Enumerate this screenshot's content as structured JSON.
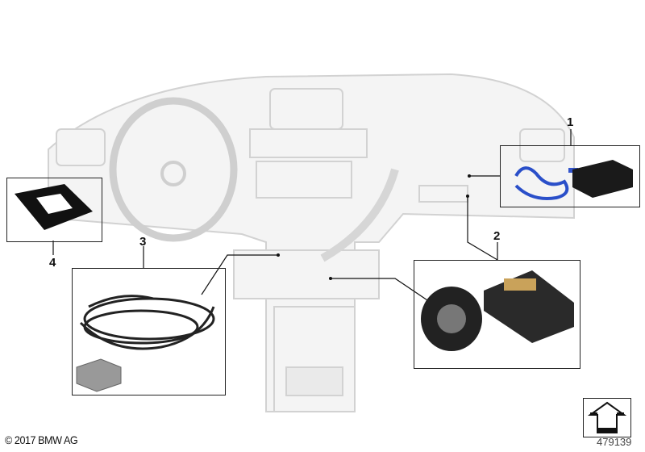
{
  "diagram": {
    "callouts": [
      {
        "number": "1"
      },
      {
        "number": "2"
      },
      {
        "number": "3"
      },
      {
        "number": "4"
      }
    ],
    "copyright": "© 2017 BMW AG",
    "reference_number": "479139",
    "direction_icon": "arrow-up-icon",
    "colors": {
      "line": "#111111",
      "dashboard": "#d6d6d6"
    }
  }
}
